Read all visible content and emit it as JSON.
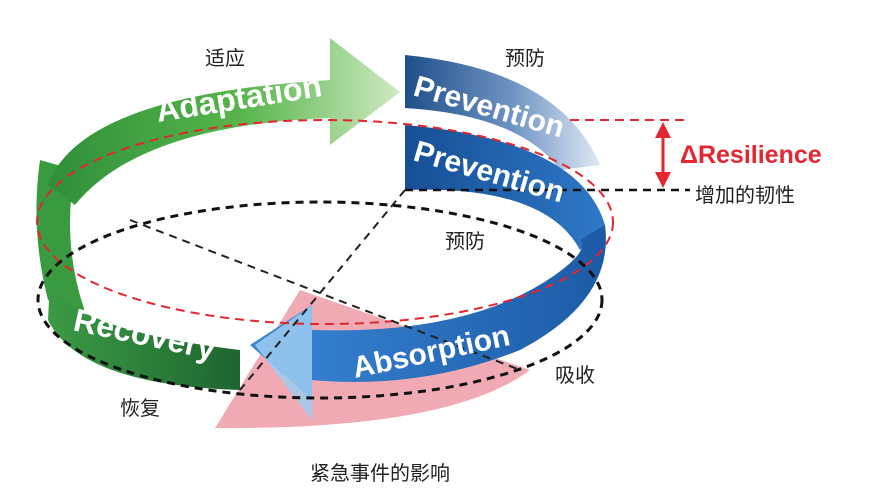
{
  "colors": {
    "adaptation": "#2e9a3a",
    "prevention": "#1f5fa8",
    "absorption": "#1e63b5",
    "recovery": "#22703a",
    "impact": "#e99aa6",
    "resilience": "#e3262f",
    "black": "#111111"
  },
  "diagram": {
    "adaptation_label": "Adaptation",
    "prevention_upper_label": "Prevention",
    "prevention_lower_label": "Prevention",
    "absorption_label": "Absorption",
    "recovery_label": "Recovery",
    "resilience_label": "Resilience",
    "resilience_symbol": "Δ"
  },
  "annotations": {
    "adaptation_cn": "适应",
    "prevention_upper_cn": "预防",
    "prevention_lower_cn": "预防",
    "resilience_cn": "增加的韧性",
    "absorption_cn": "吸收",
    "recovery_cn": "恢复",
    "impact_cn": "紧急事件的影响"
  }
}
